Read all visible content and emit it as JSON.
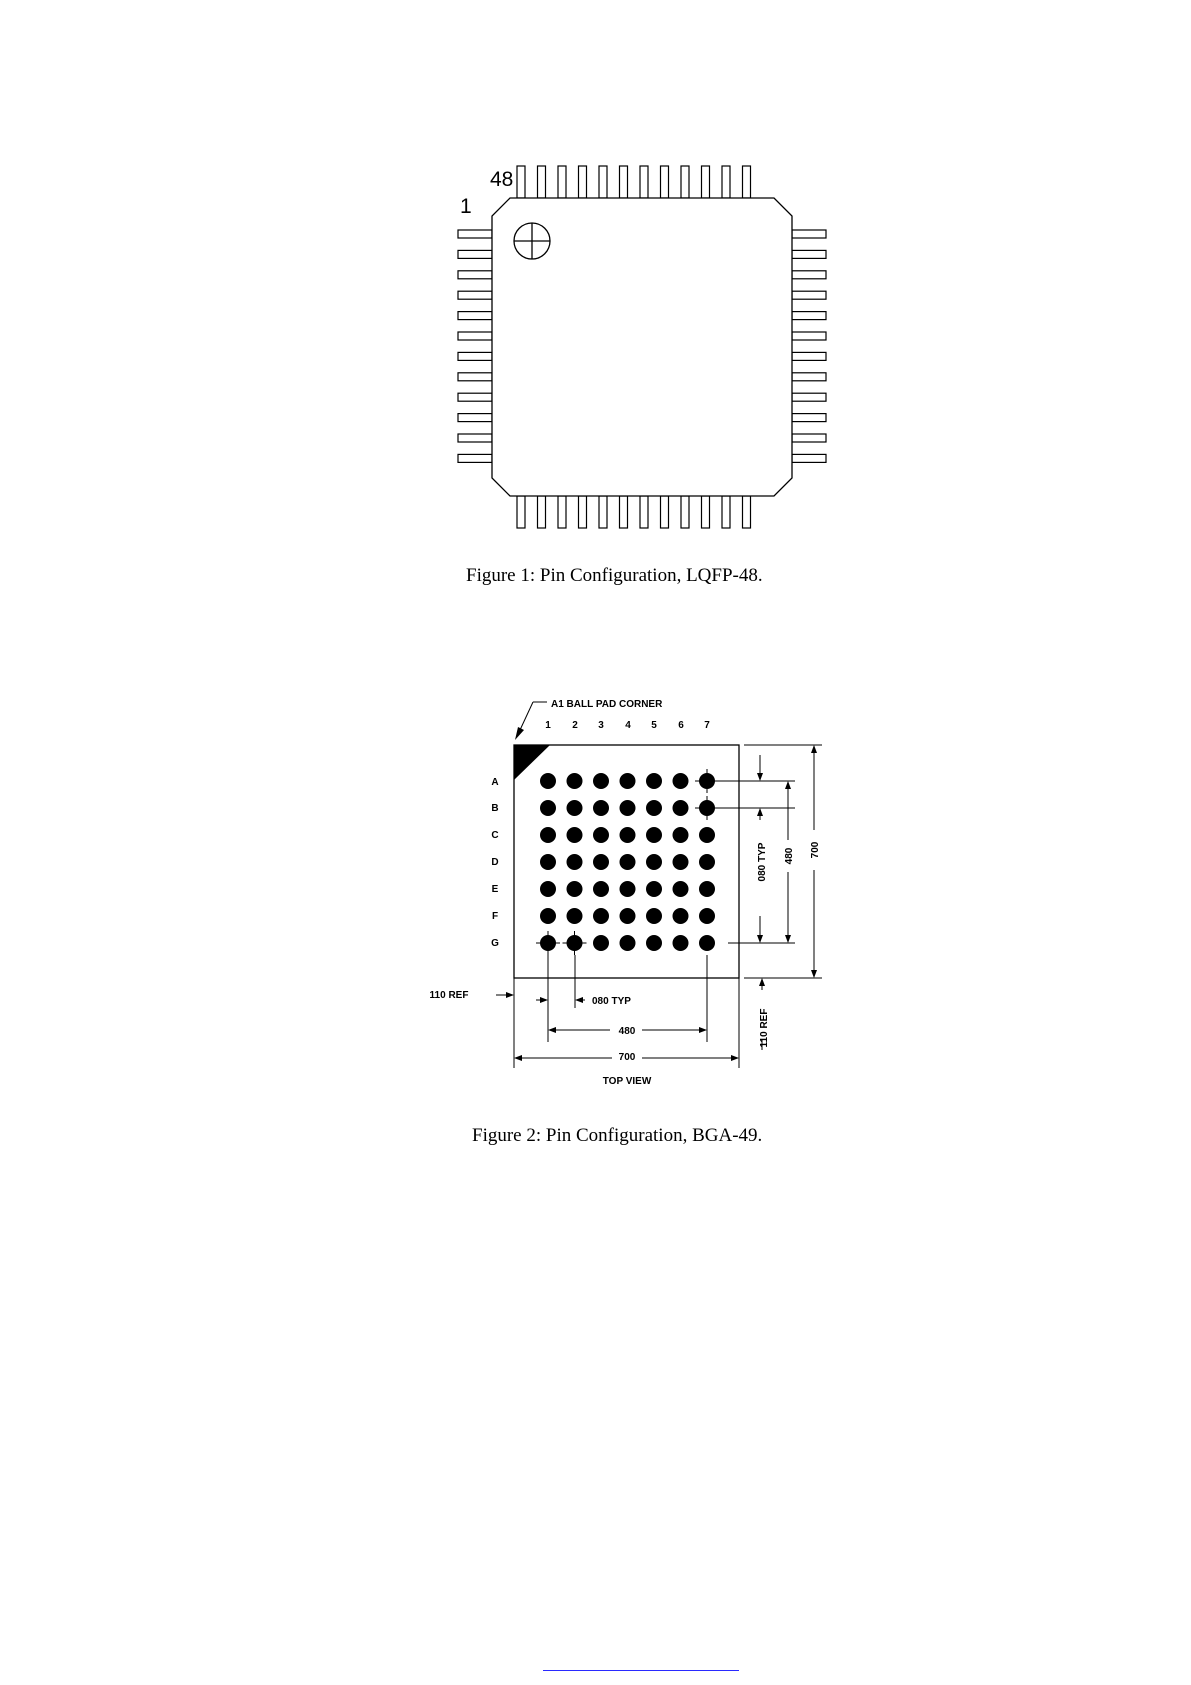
{
  "figure1": {
    "caption": "Figure 1:  Pin Configuration, LQFP-48.",
    "pin_first_label": "1",
    "pin_last_label": "48",
    "pins_per_side": 12
  },
  "figure2": {
    "caption": "Figure 2:  Pin Configuration, BGA-49.",
    "corner_label": "A1 BALL PAD CORNER",
    "columns": [
      "1",
      "2",
      "3",
      "4",
      "5",
      "6",
      "7"
    ],
    "rows": [
      "A",
      "B",
      "C",
      "D",
      "E",
      "F",
      "G"
    ],
    "dim_pitch_vertical": "080 TYP",
    "dim_480_vertical": "480",
    "dim_700_vertical": "700",
    "dim_110_ref_left": "110 REF",
    "dim_080_typ_horizontal": "080 TYP",
    "dim_480_horizontal": "480",
    "dim_700_horizontal": "700",
    "dim_110_ref_right": "110 REF",
    "view_label": "TOP VIEW"
  }
}
